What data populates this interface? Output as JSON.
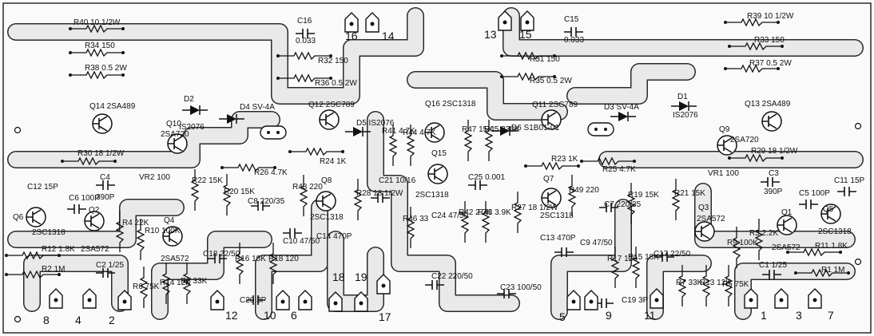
{
  "colors": {
    "background": "#fafafa",
    "trace": "#e9e9e9",
    "trace_edge": "#2a2a2a",
    "ink": "#111111"
  },
  "component_labels": [
    "R40 10 1/2W",
    "R34 150",
    "R38 0.5 2W",
    "C16",
    "0.033",
    "R32 150",
    "R36 0.5 2W",
    "Q14 2SA489",
    "D2",
    "IS2076",
    "D4 SV-4A",
    "Q12 2SC789",
    "Q10",
    "2SA720",
    "R30 18 1/2W",
    "R24 1K",
    "R26 4.7K",
    "C4",
    "390P",
    "VR2 100",
    "C12 15P",
    "C6 100P",
    "Q6",
    "Q2",
    "2SC1318",
    "2SA572",
    "R4 22K",
    "R10 100K",
    "Q4",
    "2SA572",
    "R22 15K",
    "R20 15K",
    "C8 220/35",
    "Q8",
    "2SC1318",
    "R48 220",
    "C14 470P",
    "R28 18 1/2W",
    "R12 1.8K",
    "R2 1M",
    "C2 1/25",
    "R6 75K",
    "R14 12K",
    "R8 33K",
    "C18 22/50",
    "R16 18K",
    "R18 120",
    "C20 3P",
    "C10 47/50",
    "D5 IS2076",
    "R41 4.7K",
    "R44 4.7K",
    "Q16 2SC1318",
    "R47 15K",
    "R45 330K",
    "D6 S1B01-01",
    "Q15",
    "2SC1318",
    "C25 0.001",
    "C21 10/16",
    "R46 33",
    "C24 47/50",
    "R42 2.7K",
    "R43 3.9K",
    "C22 220/50",
    "C23 100/50",
    "C15",
    "0.033",
    "R31 150",
    "R35 0.5 2W",
    "R39 10 1/2W",
    "R33 150",
    "R37 0.5 2W",
    "Q11 2SC789",
    "D3 SV-4A",
    "D1",
    "IS2076",
    "Q13 2SA489",
    "R23 1K",
    "R25 4.7K",
    "Q9",
    "2SA720",
    "R29 18 1/2W",
    "Q7",
    "2SC1318",
    "R27 18 1/2W",
    "R49 220",
    "C7 220/35",
    "C13 470P",
    "R19 15K",
    "R21 15K",
    "VR1 100",
    "C3",
    "390P",
    "C5 100P",
    "C11 15P",
    "Q3",
    "2SA572",
    "Q1",
    "2SA572",
    "Q5",
    "2SC1318",
    "R11 1.8K",
    "R1 1M",
    "C9 47/50",
    "R17 120",
    "R15 18K",
    "C17 22/50",
    "C19 3P",
    "R7 33K",
    "R13 12K",
    "R5 75K",
    "R9 100K",
    "R3 2.2K",
    "C1 1/25"
  ],
  "pad_labels": [
    "16",
    "14",
    "13",
    "15",
    "18",
    "19",
    "17",
    "8",
    "4",
    "2",
    "12",
    "10",
    "6",
    "5",
    "9",
    "11",
    "1",
    "3",
    "7"
  ]
}
